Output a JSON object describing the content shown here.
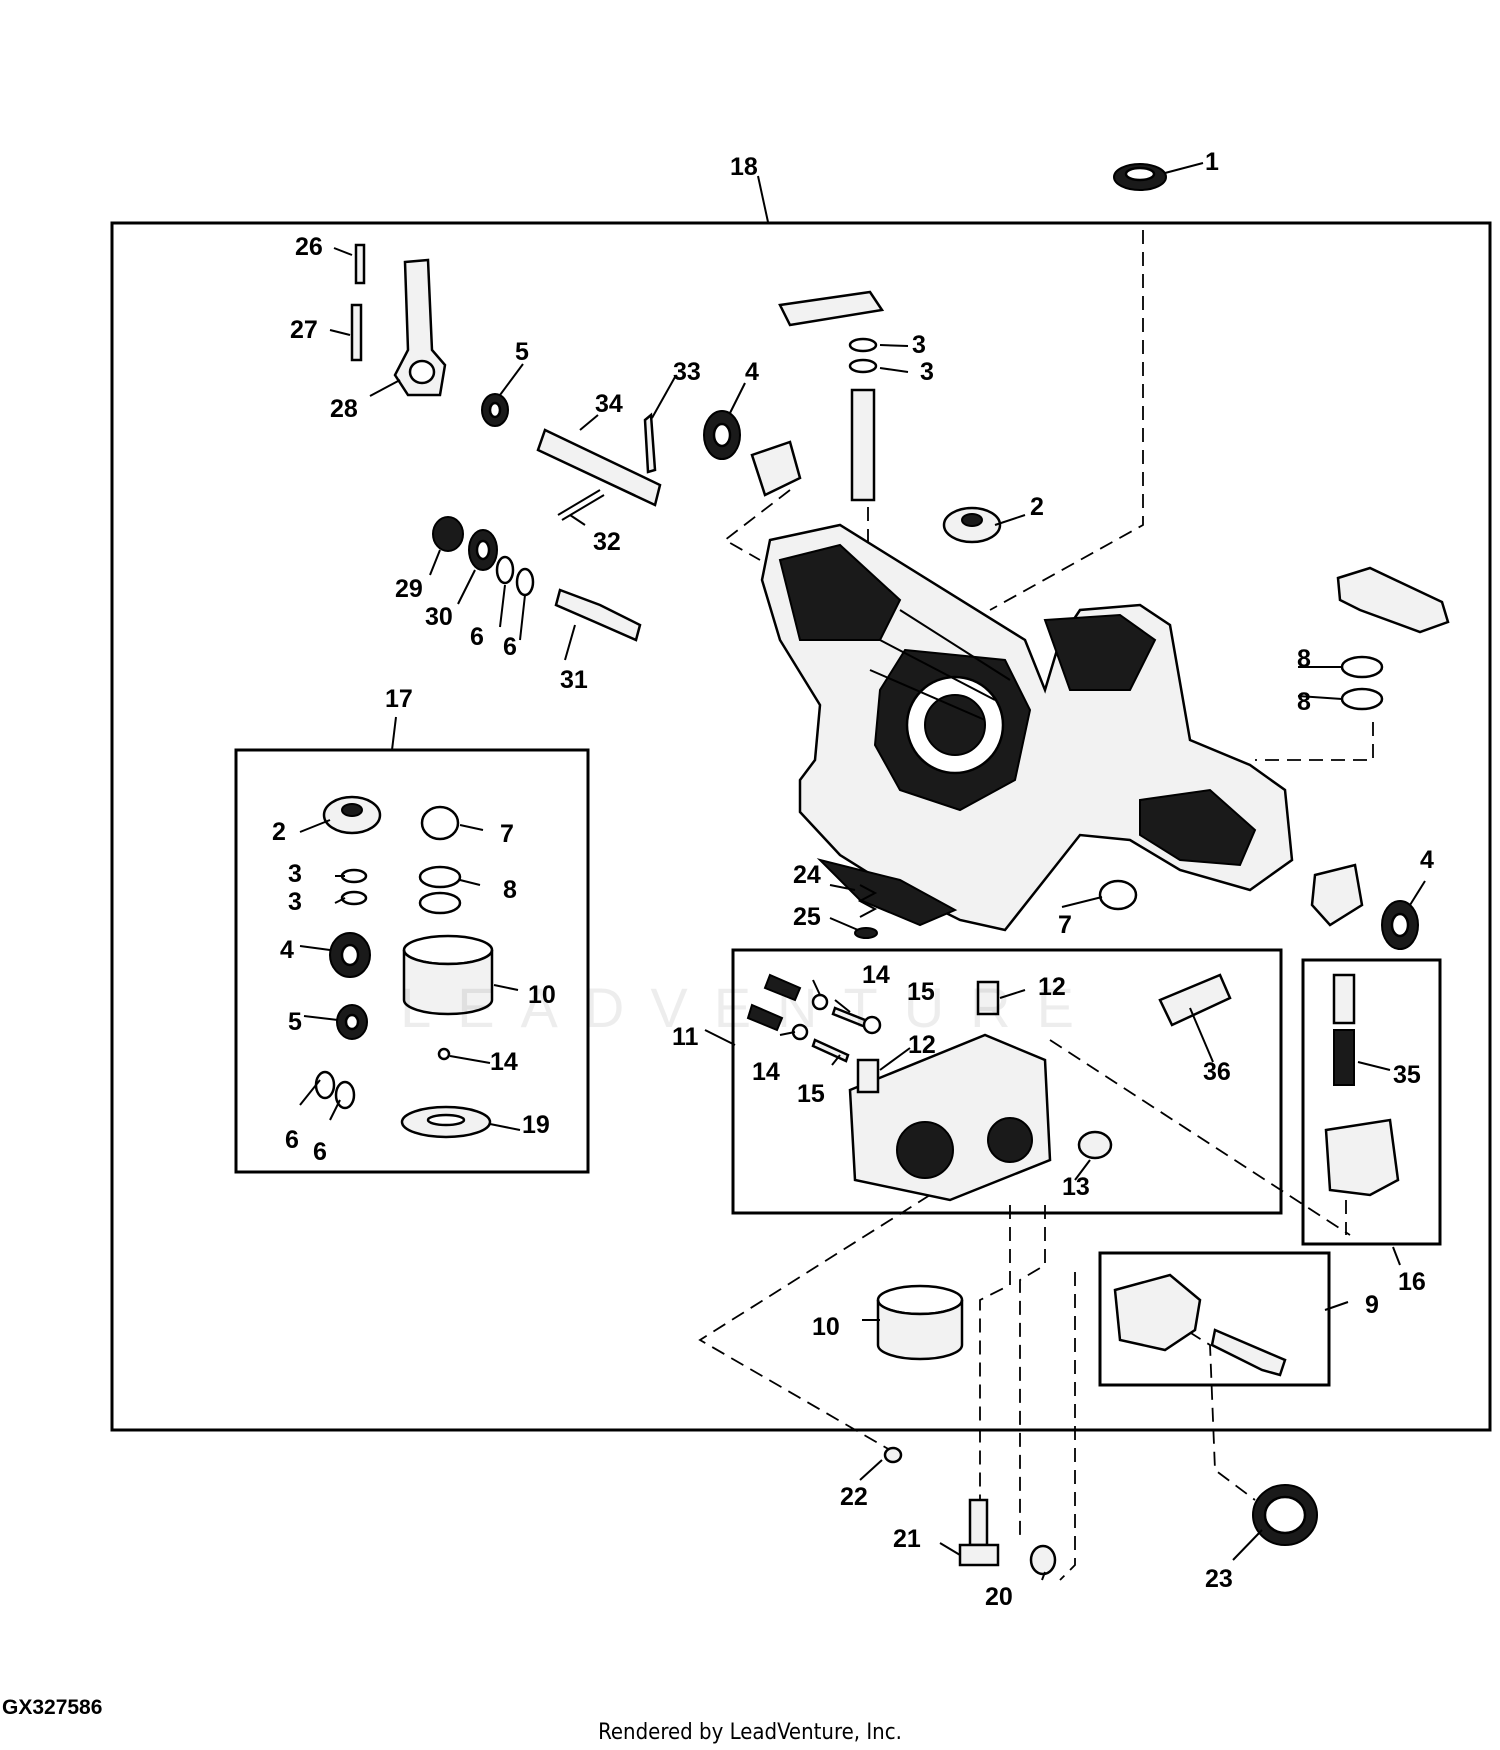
{
  "figure_code": "GX327586",
  "credit": "Rendered by LeadVenture, Inc.",
  "watermark": "LEADVENTURE",
  "callouts": {
    "c1": "1",
    "c2a": "2",
    "c2b": "2",
    "c3a": "3",
    "c3b": "3",
    "c3c": "3",
    "c3d": "3",
    "c4a": "4",
    "c4b": "4",
    "c4c": "4",
    "c5a": "5",
    "c5b": "5",
    "c6a": "6",
    "c6b": "6",
    "c6c": "6",
    "c6d": "6",
    "c7a": "7",
    "c7b": "7",
    "c8a": "8",
    "c8b": "8",
    "c8c": "8",
    "c9": "9",
    "c10a": "10",
    "c10b": "10",
    "c11": "11",
    "c12a": "12",
    "c12b": "12",
    "c13": "13",
    "c14a": "14",
    "c14b": "14",
    "c14c": "14",
    "c15a": "15",
    "c15b": "15",
    "c16": "16",
    "c17": "17",
    "c18": "18",
    "c19": "19",
    "c20": "20",
    "c21": "21",
    "c22": "22",
    "c23": "23",
    "c24": "24",
    "c25": "25",
    "c26": "26",
    "c27": "27",
    "c28": "28",
    "c29": "29",
    "c30": "30",
    "c31": "31",
    "c32": "32",
    "c33": "33",
    "c34": "34",
    "c35": "35",
    "c36": "36"
  }
}
